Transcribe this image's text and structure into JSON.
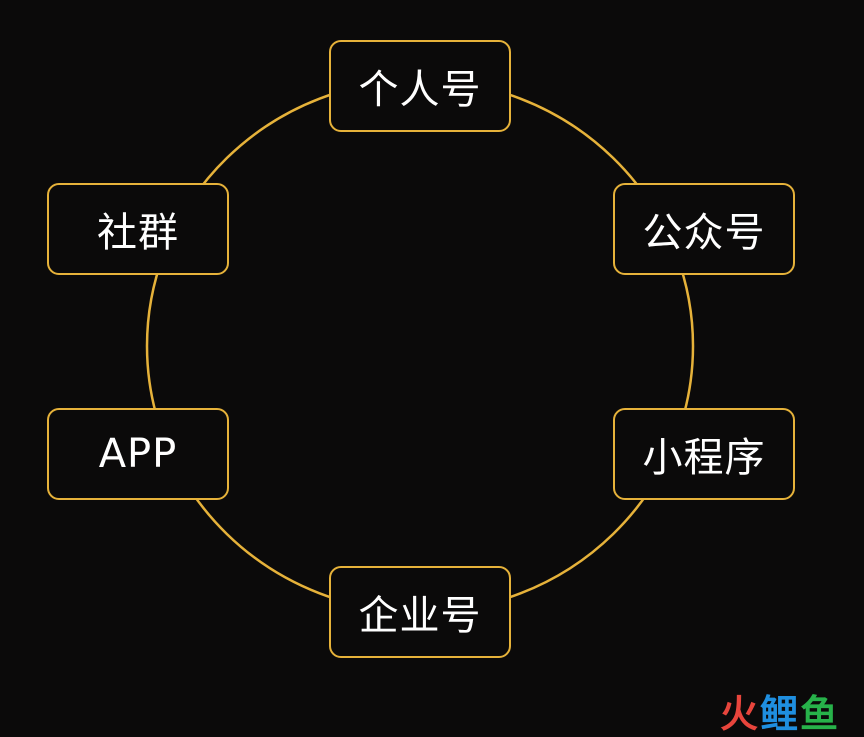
{
  "diagram": {
    "nodes": [
      {
        "label": "个人号"
      },
      {
        "label": "公众号"
      },
      {
        "label": "小程序"
      },
      {
        "label": "企业号"
      },
      {
        "label": "APP"
      },
      {
        "label": "社群"
      }
    ],
    "ring_color": "#e6b23a",
    "text_color": "#ffffff",
    "background": "#0b0a0a"
  },
  "watermark": {
    "chars": [
      "火",
      "鲤",
      "鱼"
    ],
    "colors": [
      "#e8453c",
      "#1f8fe0",
      "#27b24a"
    ]
  }
}
